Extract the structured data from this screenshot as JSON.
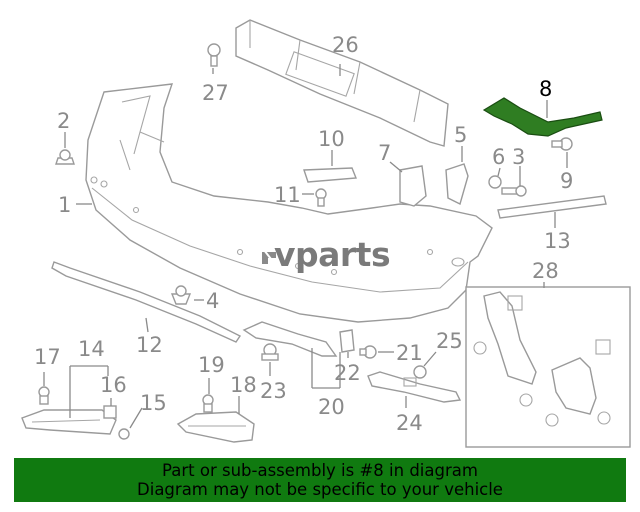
{
  "diagram": {
    "callouts": {
      "c1": "1",
      "c2": "2",
      "c3": "3",
      "c4": "4",
      "c5": "5",
      "c6": "6",
      "c8": "8",
      "c9": "9",
      "c10": "10",
      "c11": "11",
      "c12": "12",
      "c13": "13",
      "c14": "14",
      "c15": "15",
      "c16": "16",
      "c17": "17",
      "c18": "18",
      "c19": "19",
      "c20": "20",
      "c21": "21",
      "c22": "22",
      "c23": "23",
      "c24": "24",
      "c25": "25",
      "c26": "26",
      "c27": "27",
      "c28": "28",
      "c7": "7"
    },
    "highlight_part": "8",
    "highlight_color": "#2f7d22",
    "watermark": "vparts"
  },
  "banner": {
    "line1": "Part or sub-assembly is #8 in diagram",
    "line2": "Diagram may not be specific to your vehicle",
    "background": "#107a10"
  }
}
